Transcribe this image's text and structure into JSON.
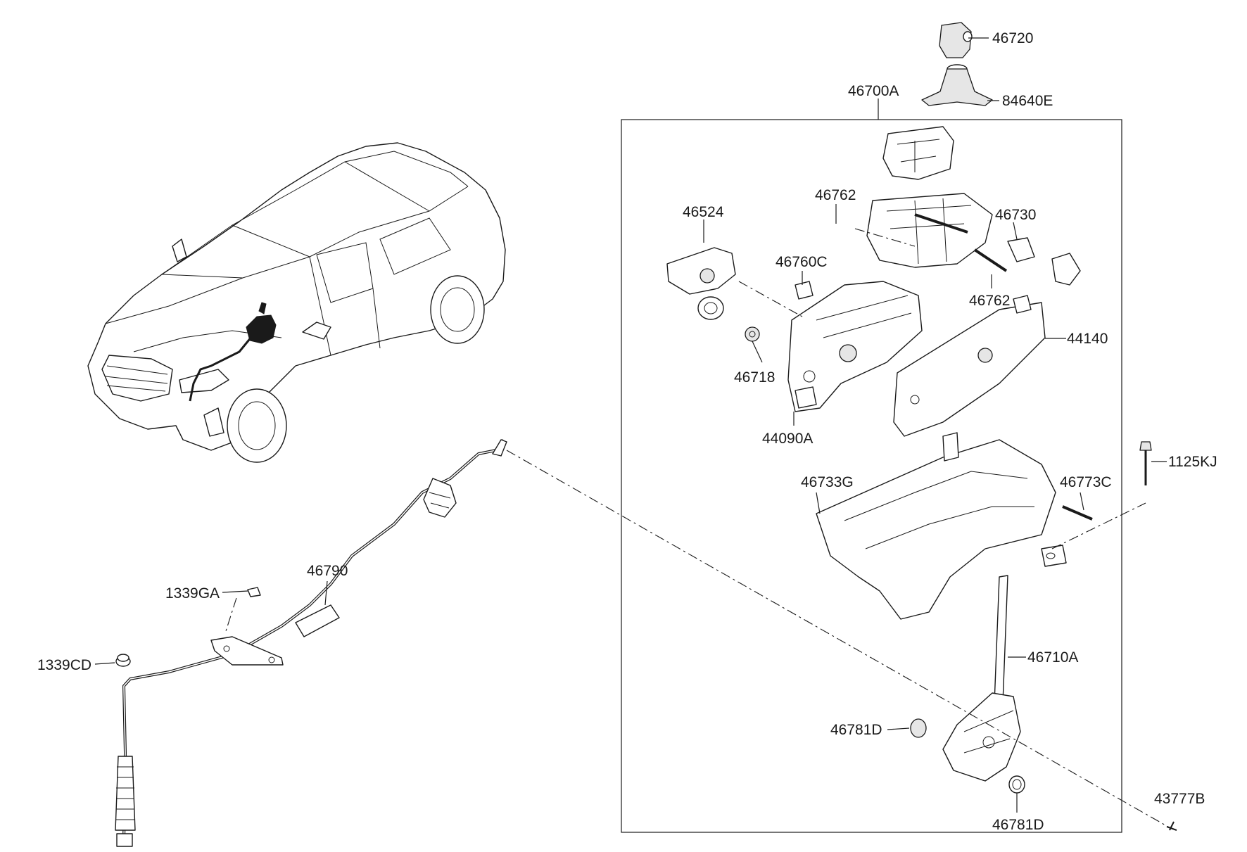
{
  "diagram": {
    "labels": {
      "l46720": "46720",
      "l84640E": "84640E",
      "l46700A": "46700A",
      "l46762a": "46762",
      "l46524": "46524",
      "l46730": "46730",
      "l46760C": "46760C",
      "l46762b": "46762",
      "l46718": "46718",
      "l44140": "44140",
      "l44090A": "44090A",
      "l1125KJ": "1125KJ",
      "l46733G": "46733G",
      "l46773C": "46773C",
      "l46790": "46790",
      "l1339GA": "1339GA",
      "l1339CD": "1339CD",
      "l46710A": "46710A",
      "l46781Da": "46781D",
      "l46781Db": "46781D",
      "l43777B": "43777B"
    }
  }
}
